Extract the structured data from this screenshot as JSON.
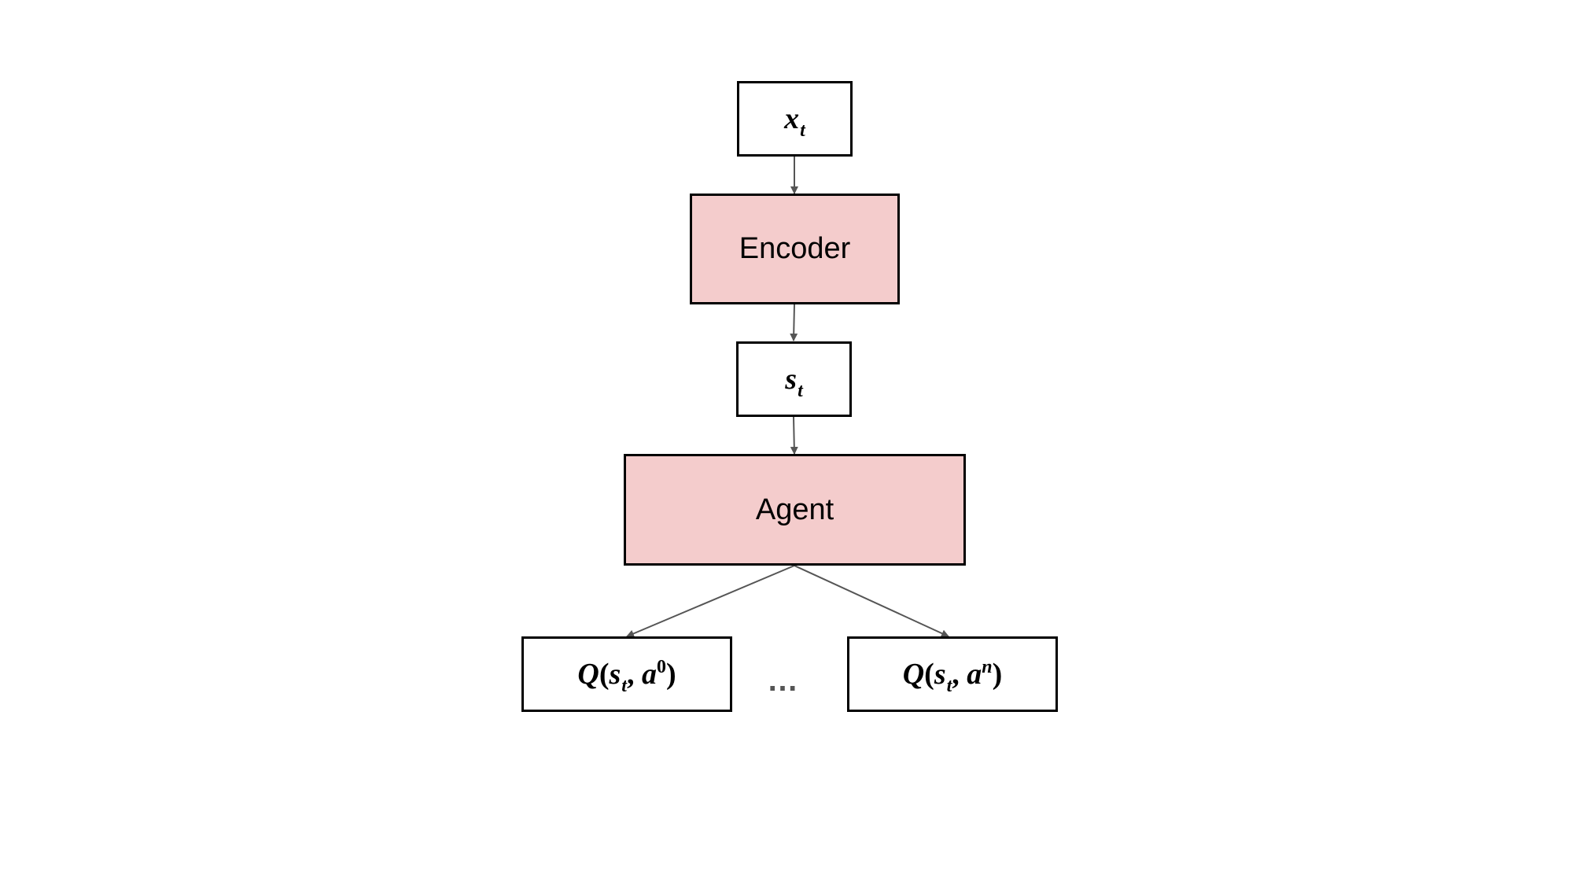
{
  "nodes": {
    "input": {
      "symbol": "x",
      "subscript": "t"
    },
    "encoder": {
      "label": "Encoder"
    },
    "state": {
      "symbol": "s",
      "subscript": "t"
    },
    "agent": {
      "label": "Agent"
    },
    "q_first": {
      "func": "Q",
      "open": "(",
      "state": "s",
      "state_sub": "t",
      "sep": ",",
      "action": "a",
      "action_sup": "0",
      "close": ")"
    },
    "q_last": {
      "func": "Q",
      "open": "(",
      "state": "s",
      "state_sub": "t",
      "sep": ",",
      "action": "a",
      "action_sup": "n",
      "close": ")"
    }
  },
  "ellipsis": "…",
  "colors": {
    "block_fill": "#f4cccc",
    "border": "#000000",
    "arrow": "#555555",
    "background": "#ffffff"
  }
}
